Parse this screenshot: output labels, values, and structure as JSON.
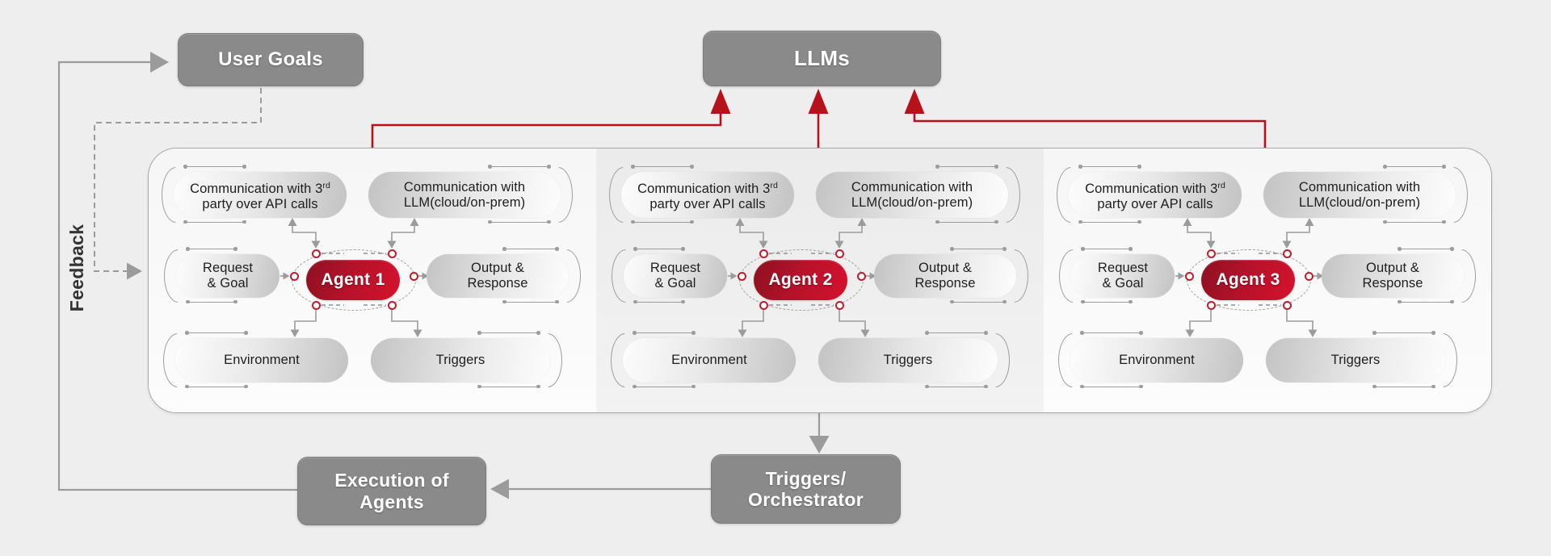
{
  "header": {
    "user_goals": "User Goals",
    "llms": "LLMs"
  },
  "feedback_label": "Feedback",
  "footer": {
    "execution": {
      "line1": "Execution of",
      "line2": "Agents"
    },
    "orchestrator": {
      "line1": "Triggers/",
      "line2": "Orchestrator"
    }
  },
  "pill_labels": {
    "third_party": {
      "line1_pre": "Communication with 3",
      "line1_sup": "rd",
      "line2": "party over API calls"
    },
    "llm_comm": {
      "line1": "Communication with",
      "line2": "LLM(cloud/on-prem)"
    },
    "request": {
      "line1": "Request",
      "line2": "& Goal"
    },
    "output": {
      "line1": "Output &",
      "line2": "Response"
    },
    "environment": {
      "line1": "Environment"
    },
    "triggers": {
      "line1": "Triggers"
    }
  },
  "panels": [
    {
      "agent": "Agent 1"
    },
    {
      "agent": "Agent 2"
    },
    {
      "agent": "Agent 3"
    }
  ],
  "colors": {
    "red": "#b5121b",
    "agent_gradient_start": "#8e1021",
    "agent_gradient_end": "#d6122c",
    "node_gray": "#8a8a8a",
    "line_gray": "#9b9b9b",
    "background": "#efeeee"
  }
}
